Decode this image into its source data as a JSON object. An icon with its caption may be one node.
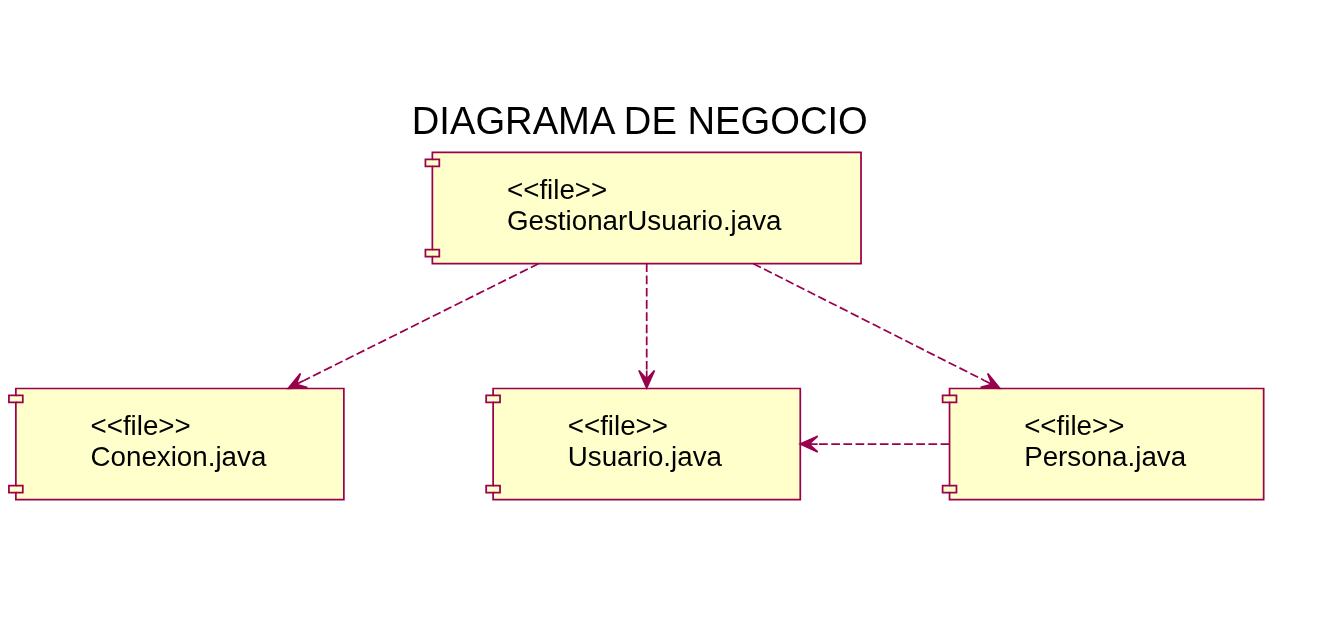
{
  "diagram": {
    "title": "DIAGRAMA DE NEGOCIO",
    "nodes": [
      {
        "text": [
          "<<file>>",
          "GestionarUsuario.java"
        ]
      },
      {
        "text": [
          "<<file>>",
          "Conexion.java"
        ]
      },
      {
        "text": [
          "<<file>>",
          "Usuario.java"
        ]
      },
      {
        "text": [
          "<<file>>",
          "Persona.java"
        ]
      }
    ],
    "edges": [
      {
        "from": 0,
        "to": 2,
        "arrow": "to",
        "style": "dashed"
      },
      {
        "from": 0,
        "to": 3,
        "arrow": "to",
        "style": "dashed"
      },
      {
        "from": 0,
        "to": 1,
        "arrow": "to",
        "style": "dashed"
      },
      {
        "from": 3,
        "to": 2,
        "arrow": "to",
        "style": "dashed"
      }
    ]
  }
}
